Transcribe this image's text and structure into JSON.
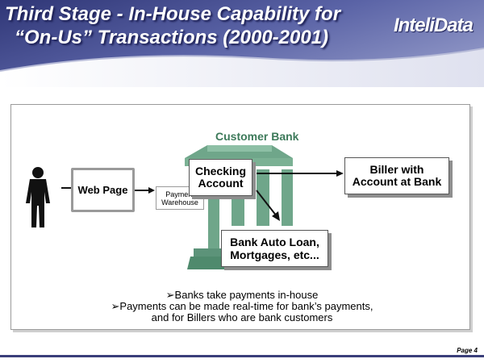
{
  "header": {
    "title_line1": "Third Stage - In-House Capability for",
    "title_line2": "“On-Us” Transactions (2000-2001)",
    "logo": "InteliData"
  },
  "diagram": {
    "bank_label": "Customer Bank",
    "web_page": "Web Page",
    "payment_warehouse_line1": "Payment",
    "payment_warehouse_line2": "Warehouse",
    "checking_line1": "Checking",
    "checking_line2": "Account",
    "biller_line1": "Biller with",
    "biller_line2": "Account at Bank",
    "autoloan_line1": "Bank Auto Loan,",
    "autoloan_line2": "Mortgages, etc..."
  },
  "bullets": [
    "➢Banks take payments in-house",
    "➢Payments can be made real-time for bank’s payments,",
    "and for Billers who are bank customers"
  ],
  "footer": {
    "page": "Page 4"
  },
  "colors": {
    "header_blue": "#3a4285",
    "bank_green": "#6fa68a",
    "bank_dark": "#3d7a5a"
  }
}
